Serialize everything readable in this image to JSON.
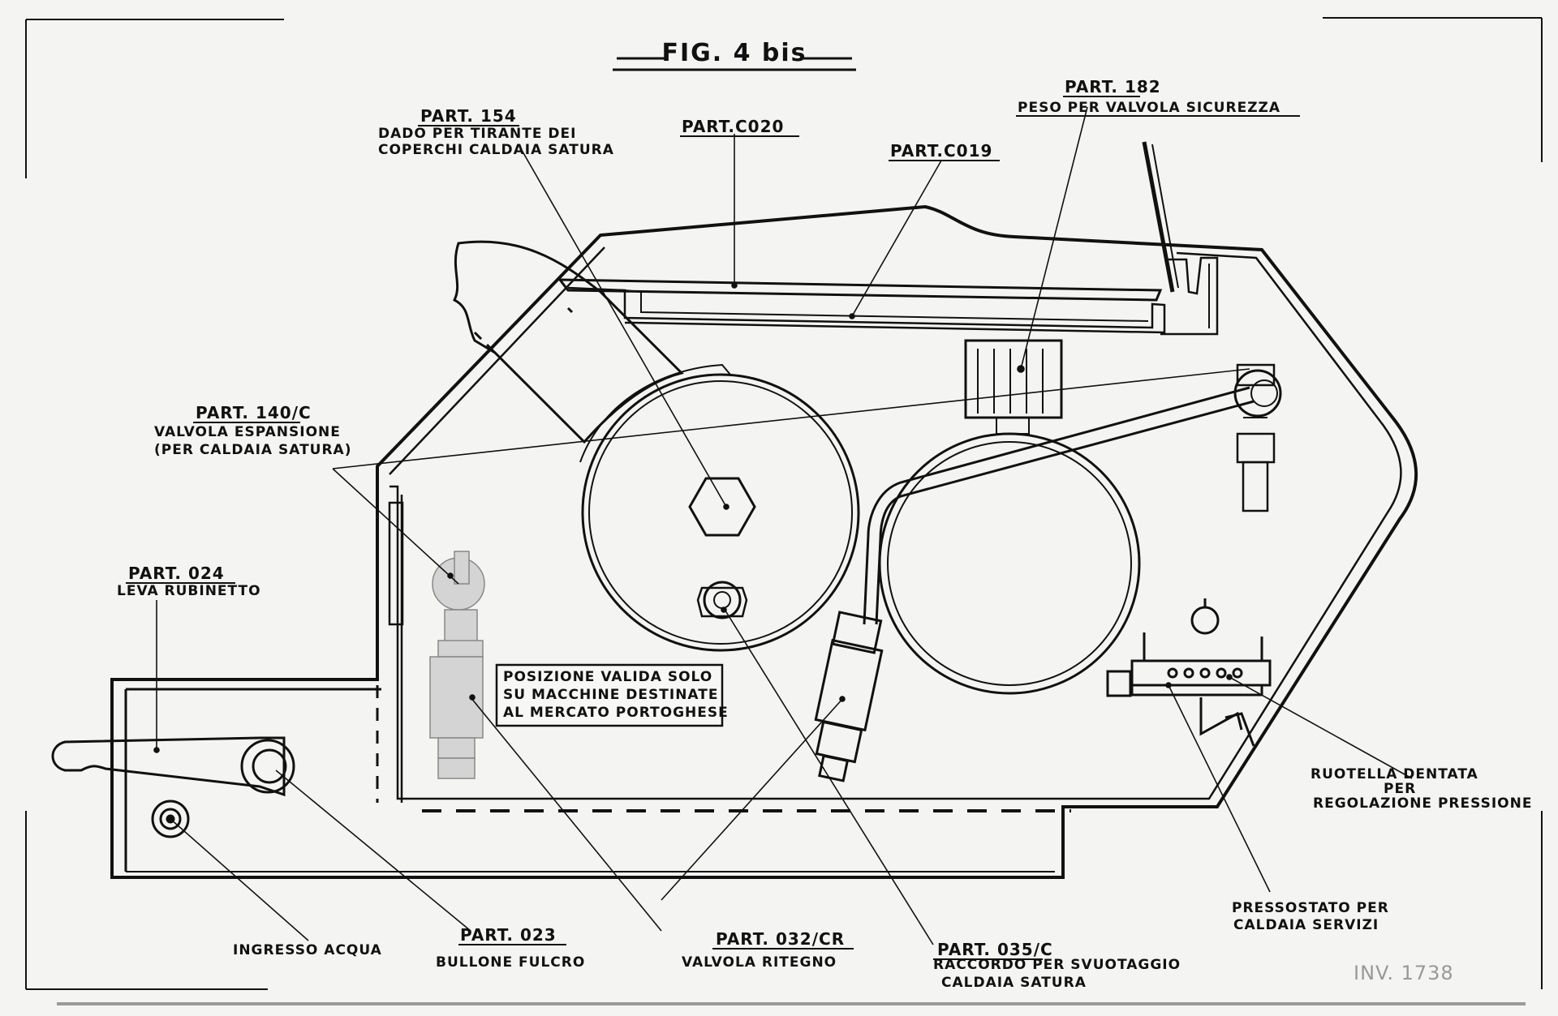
{
  "title": "FIG. 4 bis",
  "labels": {
    "p154_code": "PART. 154",
    "p154_line1": "DADO PER TIRANTE DEI",
    "p154_line2": "COPERCHI CALDAIA SATURA",
    "p020_code": "PART.C020",
    "p019_code": "PART.C019",
    "p182_code": "PART. 182",
    "p182_line1": "PESO PER VALVOLA SICUREZZA",
    "p140_code": "PART. 140/C",
    "p140_line1": "VALVOLA ESPANSIONE",
    "p140_line2": "(PER CALDAIA SATURA)",
    "p024_code": "PART. 024",
    "p024_line1": "LEVA RUBINETTO",
    "box_line1": "POSIZIONE VALIDA SOLO",
    "box_line2": "SU MACCHINE DESTINATE",
    "box_line3": "AL MERCATO PORTOGHESE",
    "ruotella_line1": "RUOTELLA DENTATA",
    "ruotella_line2": "PER",
    "ruotella_line3": "REGOLAZIONE PRESSIONE",
    "pressostato_line1": "PRESSOSTATO PER",
    "pressostato_line2": "CALDAIA SERVIZI",
    "ingresso": "INGRESSO ACQUA",
    "p023_code": "PART. 023",
    "p023_line1": "BULLONE FULCRO",
    "p032_code": "PART. 032/CR",
    "p032_line1": "VALVOLA RITEGNO",
    "p035_code": "PART. 035/C",
    "p035_line1": "RACCORDO PER SVUOTAGGIO",
    "p035_line2": "CALDAIA SATURA",
    "inventory": "INV. 1738"
  }
}
